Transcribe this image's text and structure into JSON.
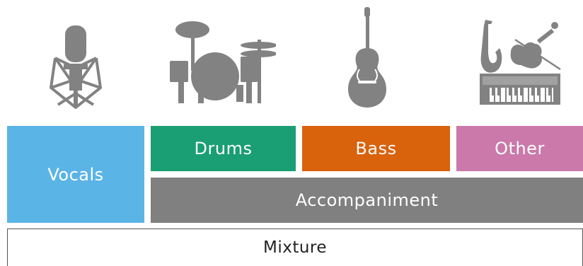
{
  "colors": {
    "vocals": "#5bb4e6",
    "drums": "#1a9e74",
    "bass": "#d9620c",
    "other": "#cb78aa",
    "accompaniment": "#808080",
    "icon": "#828282"
  },
  "icons": [
    "microphone-icon",
    "drum-kit-icon",
    "double-bass-icon",
    "saxophone-icon",
    "violin-icon",
    "synthesizer-icon"
  ],
  "labels": {
    "vocals": "Vocals",
    "drums": "Drums",
    "bass": "Bass",
    "other": "Other",
    "accompaniment": "Accompaniment",
    "mixture": "Mixture"
  }
}
